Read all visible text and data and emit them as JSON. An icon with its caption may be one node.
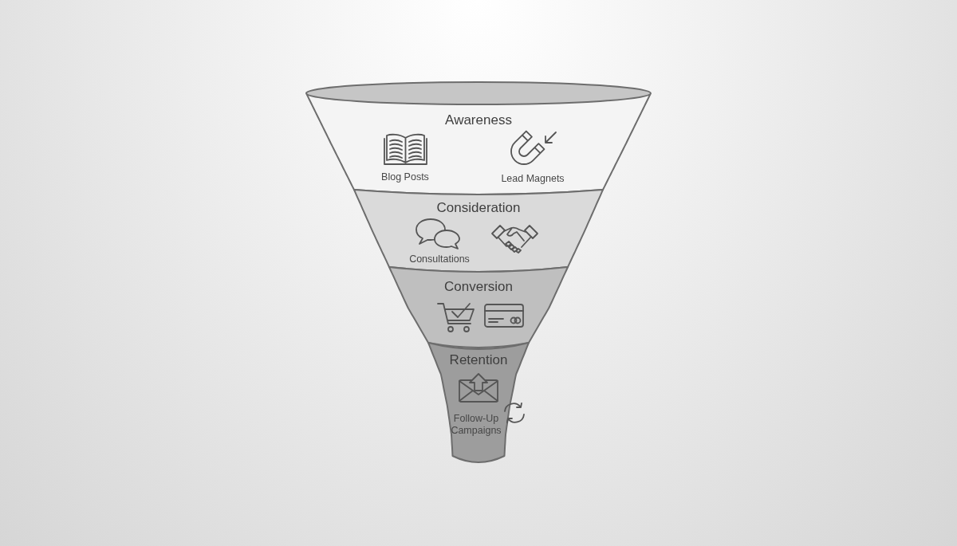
{
  "diagram": {
    "nodes": [
      {
        "text": [
          "Awareness",
          "Blog Posts",
          "Lead Magnets"
        ]
      },
      {
        "text": [
          "Consideration",
          "Consultations"
        ]
      },
      {
        "text": [
          "Conversion"
        ]
      },
      {
        "text": [
          "Retention",
          "Follow-Up Campaigns"
        ]
      }
    ]
  }
}
